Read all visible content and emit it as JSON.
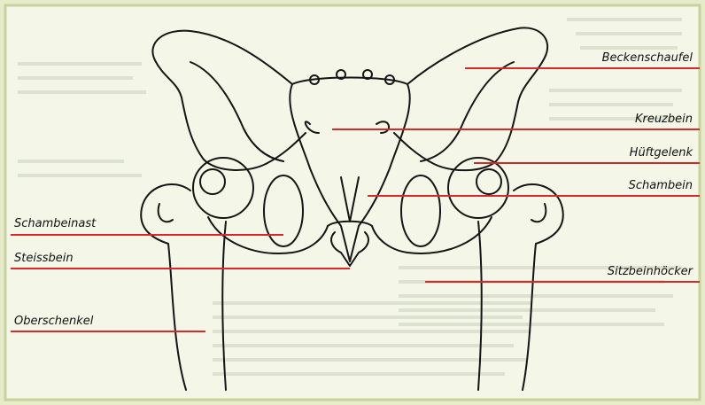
{
  "labels": {
    "beckenschaufel": "Beckenschaufel",
    "kreuzbein": "Kreuzbein",
    "hueftgelenk": "Hüftgelenk",
    "schambein": "Schambein",
    "schambeinast": "Schambeinast",
    "steissbein": "Steissbein",
    "sitzbeinhoecker": "Sitzbeinhöcker",
    "oberschenkel": "Oberschenkel"
  },
  "colors": {
    "leader_line": "#d8282a",
    "outline": "#151515",
    "background": "#eef3dc",
    "panel": "#f7f9ee",
    "frame": "#c9d19f"
  }
}
